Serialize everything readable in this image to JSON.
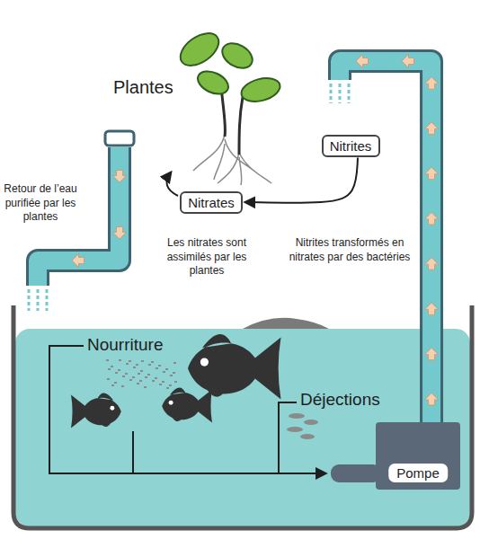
{
  "diagram": {
    "nodes": [
      {
        "text": [
          "Plantes"
        ]
      },
      {
        "text": [
          "Nitrites"
        ],
        "in": 0
      },
      {
        "text": [
          "Nitrates"
        ],
        "in": 0
      },
      {
        "text": [
          "Pompe"
        ]
      }
    ],
    "edges": [
      {
        "from": 1,
        "to": 2,
        "arrow": "to"
      },
      {
        "from": 3,
        "to": 0,
        "arrow": "to"
      }
    ],
    "labels": [
      "Retour de l’eau purifiée par les plantes",
      "Les nitrates sont assimilés par les plantes",
      "Nitrites transformés en nitrates par des bactéries",
      "Nourriture",
      "Déjections"
    ]
  }
}
